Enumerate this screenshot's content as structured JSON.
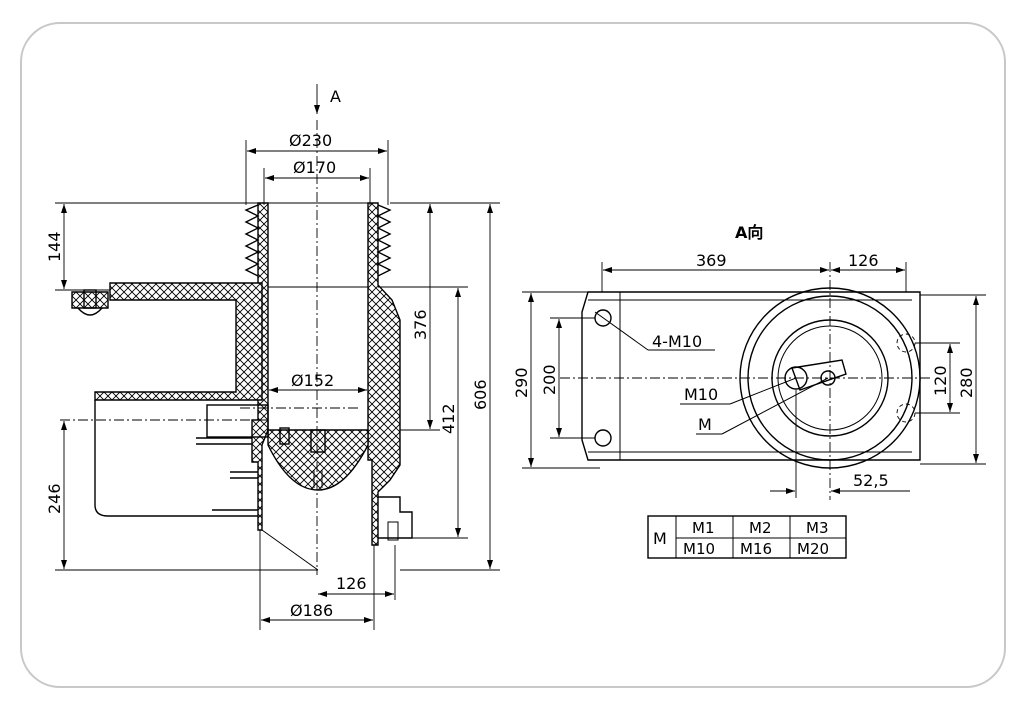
{
  "view_label": "A",
  "side_view": {
    "dims": {
      "d230": "Ø230",
      "d170": "Ø170",
      "d152": "Ø152",
      "d186": "Ø186",
      "h144": "144",
      "h376": "376",
      "h412": "412",
      "h606": "606",
      "h246": "246",
      "w126": "126"
    }
  },
  "top_view": {
    "title": "A向",
    "dims": {
      "w369": "369",
      "w126": "126",
      "h290": "290",
      "h200": "200",
      "h120": "120",
      "h280": "280",
      "w52_5": "52,5"
    },
    "labels": {
      "holes": "4-M10",
      "m10": "M10",
      "m": "M"
    }
  },
  "table": {
    "header": "M",
    "columns": [
      "M1",
      "M2",
      "M3"
    ],
    "values": [
      "M10",
      "M16",
      "M20"
    ]
  }
}
